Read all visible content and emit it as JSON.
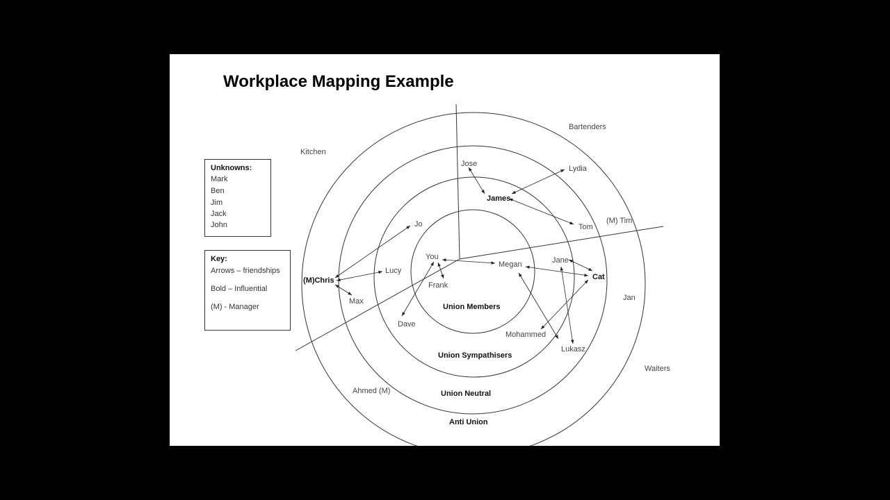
{
  "title": "Workplace Mapping Example",
  "unknowns": {
    "heading": "Unknowns:",
    "items": [
      "Mark",
      "Ben",
      "Jim",
      "Jack",
      "John"
    ]
  },
  "key": {
    "heading": "Key:",
    "items": [
      "Arrows – friendships",
      "Bold – Influential",
      "(M) - Manager"
    ]
  },
  "rings": {
    "members": "Union Members",
    "sympathisers": "Union Sympathisers",
    "neutral": "Union Neutral",
    "anti": "Anti Union"
  },
  "areas": {
    "kitchen": "Kitchen",
    "bartenders": "Bartenders",
    "waiters": "Waiters"
  },
  "people": {
    "jose": "Jose",
    "lydia": "Lydia",
    "james": "James",
    "tom": "Tom",
    "tim": "(M) Tim",
    "jo": "Jo",
    "chris": "(M)Chris",
    "lucy": "Lucy",
    "max": "Max",
    "you": "You",
    "frank": "Frank",
    "megan": "Megan",
    "jane": "Jane",
    "cat": "Cat",
    "jan": "Jan",
    "dave": "Dave",
    "mohammed": "Mohammed",
    "lukasz": "Lukasz",
    "ahmed": "Ahmed (M)"
  }
}
